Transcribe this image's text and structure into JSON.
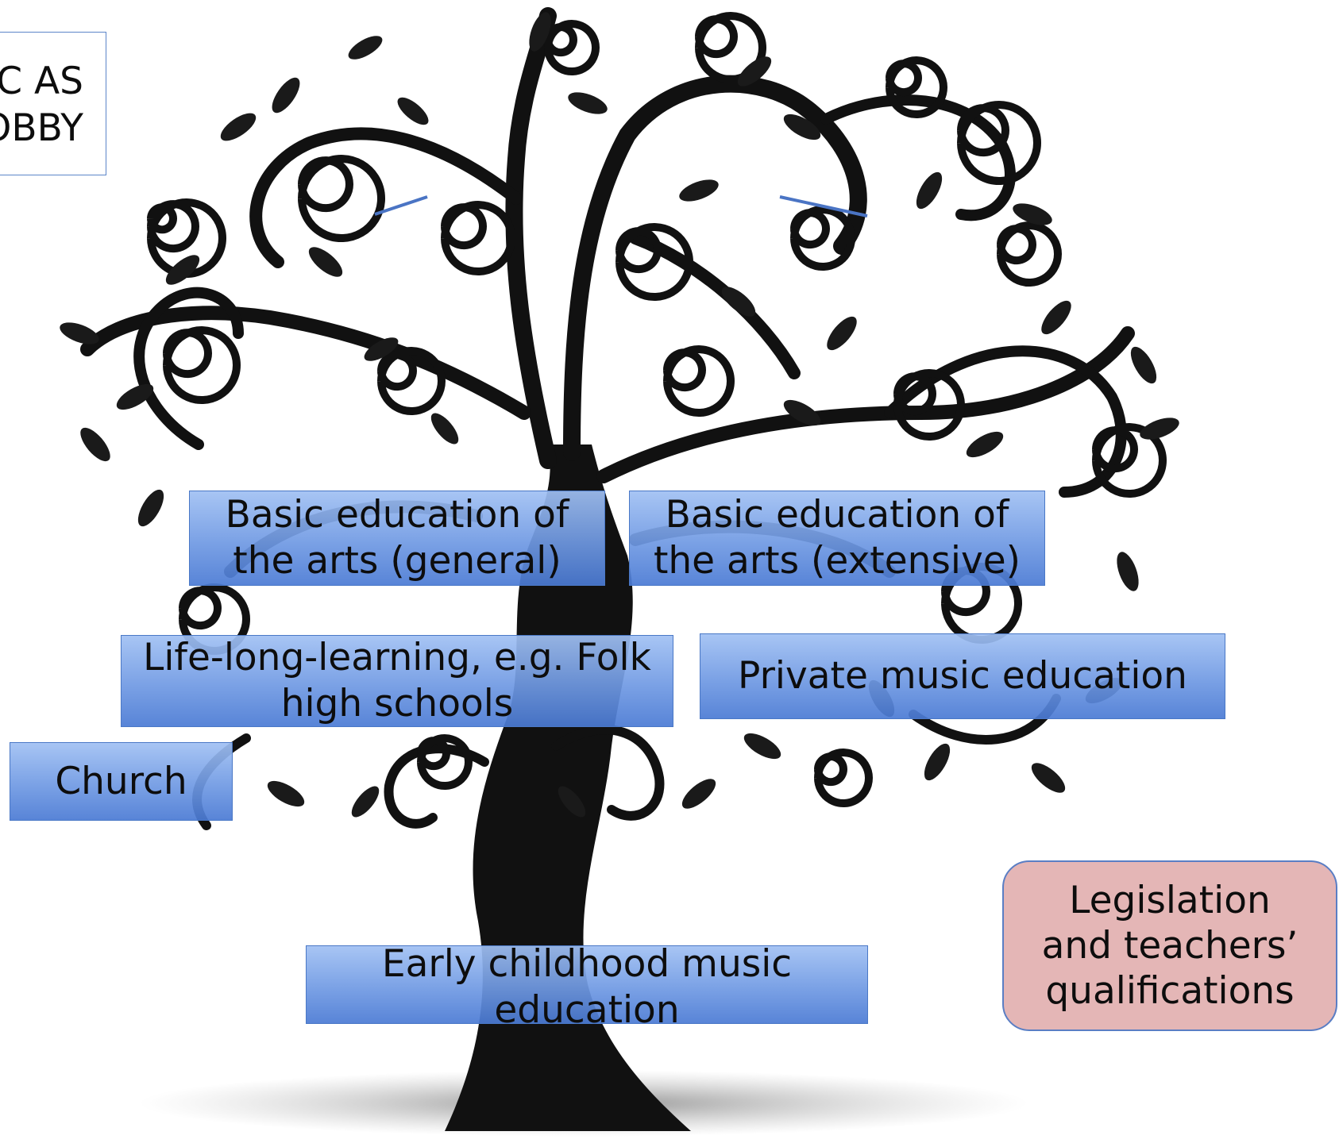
{
  "top_left_note": {
    "line1": "C AS",
    "line2": "OBBY"
  },
  "boxes": {
    "basic_general": {
      "line1": "Basic education of",
      "line2": "the arts (general)"
    },
    "basic_extensive": {
      "line1": "Basic education of",
      "line2": "the arts (extensive)"
    },
    "lifelong": {
      "line1": "Life-long-learning, e.g. Folk",
      "line2": "high schools"
    },
    "private": {
      "line1": "Private music education"
    },
    "church": {
      "line1": "Church"
    },
    "early": {
      "line1": "Early childhood music",
      "line2": "education"
    }
  },
  "legislation": {
    "line1": "Legislation",
    "line2": "and teachers’",
    "line3": "qualifications"
  },
  "colors": {
    "box_fill": "#6f99e3",
    "box_border": "#4a78c6",
    "legislation_fill": "#e4b6b6",
    "legislation_border": "#5a7ec4",
    "tree": "#111111",
    "connector": "#4a74c4"
  }
}
